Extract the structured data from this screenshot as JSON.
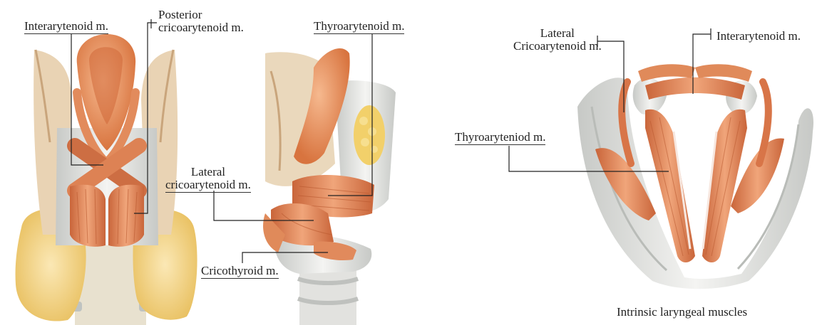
{
  "figure": {
    "left_panel": {
      "labels": {
        "interarytenoid": "Interarytenoid m.",
        "posterior_line1": "Posterior",
        "posterior_line2": "cricoarytenoid m.",
        "thyroarytenoid": "Thyroarytenoid m.",
        "lateral_line1": "Lateral",
        "lateral_line2": "cricoarytenoid m.",
        "cricothyroid": "Cricothyroid m."
      }
    },
    "right_panel": {
      "labels": {
        "lateral_line1": "Lateral",
        "lateral_line2": "Cricoarytenoid m.",
        "interarytenoid": "Interarytenoid m.",
        "thyroarytenoid": "Thyroaryteniod m."
      },
      "caption": "Intrinsic laryngeal muscles"
    },
    "colors": {
      "muscle": "#e08a5a",
      "muscle_dark": "#c9653a",
      "muscle_light": "#f2b48e",
      "cartilage": "#e6e6e3",
      "cartilage_shadow": "#c2c4c0",
      "gland": "#f3d27e",
      "gland_light": "#fbe8b5",
      "leader": "#222222"
    }
  }
}
